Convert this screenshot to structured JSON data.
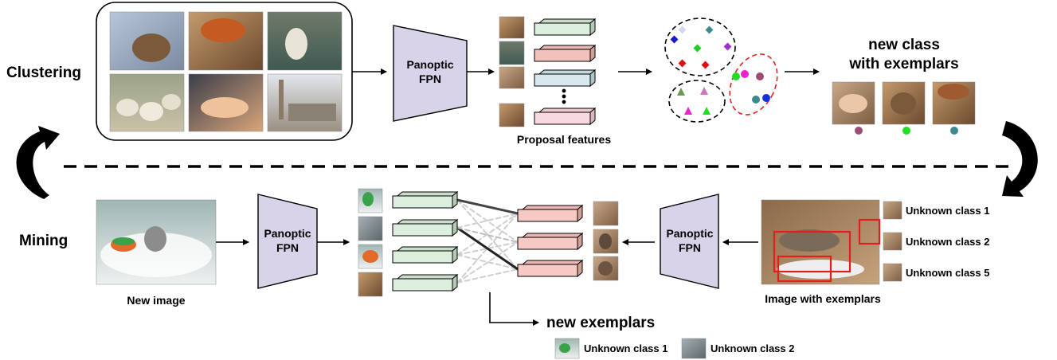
{
  "labels": {
    "clustering": "Clustering",
    "mining": "Mining",
    "fpn_top_line1": "Panoptic",
    "fpn_top_line2": "FPN",
    "fpn_mid_line1": "Panoptic",
    "fpn_mid_line2": "FPN",
    "fpn_right_line1": "Panoptic",
    "fpn_right_line2": "FPN",
    "proposal_features": "Proposal features",
    "new_class_line1": "new class",
    "new_class_line2": "with exemplars",
    "new_image": "New image",
    "image_with_exemplars": "Image with exemplars",
    "new_exemplars": "new exemplars",
    "unknown_right_1": "Unknown class 1",
    "unknown_right_2": "Unknown class 2",
    "unknown_right_3": "Unknown class 5",
    "unknown_bottom_1": "Unknown class 1",
    "unknown_bottom_2": "Unknown class 2"
  },
  "colors": {
    "fpn_fill": "#d9d3ea",
    "feature_green": "#dceedd",
    "feature_pink": "#f7c9c4",
    "feature_blue": "#d7e9ee",
    "feature_lightpink": "#f7d9de",
    "cluster_red": "#e32222",
    "box_red": "#e0201c",
    "dot_purple": "#9b4d74",
    "dot_green": "#22dd22",
    "dot_teal": "#3e8990",
    "diamond_blue": "#1a1acc",
    "diamond_green": "#22cc22",
    "diamond_red": "#dd1111",
    "diamond_purple": "#9933cc",
    "diamond_teal": "#3e8990",
    "triangle_olive": "#6a9a4a",
    "triangle_pink": "#cc77bb",
    "triangle_magenta": "#ee22cc",
    "triangle_green": "#22dd22",
    "circle_magenta": "#ee22cc",
    "circle_blue": "#1133dd"
  },
  "icons": {
    "cycle_arrow_left": "curved-arrow-up-icon",
    "cycle_arrow_right": "curved-arrow-down-icon"
  }
}
